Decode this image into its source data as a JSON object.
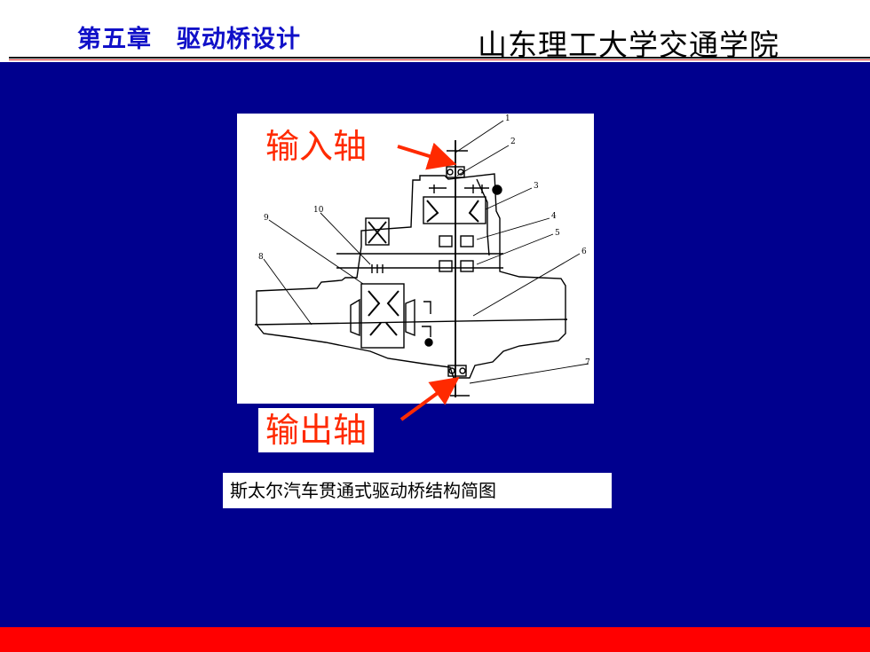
{
  "header": {
    "chapter_title": "第五章　驱动桥设计",
    "school_name": "山东理工大学交通学院",
    "title_color": "#1010c8"
  },
  "colors": {
    "background": "#00008e",
    "accent_red": "#ff0000",
    "label_red": "#ff2a00"
  },
  "diagram": {
    "input_label": "输入轴",
    "output_label": "输出轴",
    "part_numbers": [
      "1",
      "2",
      "3",
      "4",
      "5",
      "6",
      "7",
      "8",
      "9",
      "10"
    ],
    "caption": "斯太尔汽车贯通式驱动桥结构简图"
  }
}
